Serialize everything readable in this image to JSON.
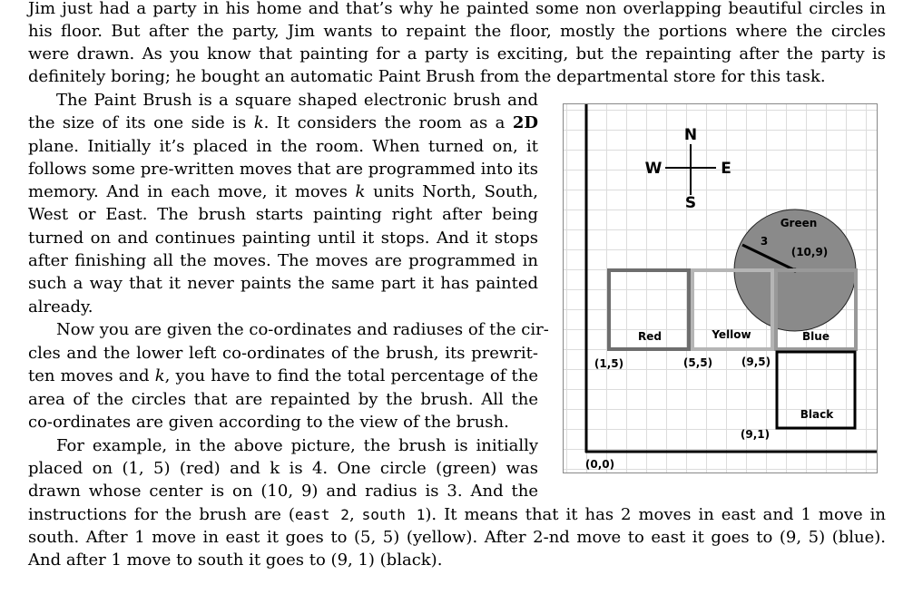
{
  "text": {
    "l1": "Jim just had a party in his home and that’s why he painted some non overlapping beautiful circles in",
    "l2": "his floor.  But after the party, Jim wants to repaint the floor, mostly the portions where the circles",
    "l3": "were drawn.  As you know that painting for a party is exciting, but the repainting after the party is",
    "l4": "definitely boring; he bought an automatic Paint Brush from the departmental store for this task.",
    "l5": "The Paint Brush is a square shaped electronic brush and",
    "l6a": "the size of its one side is ",
    "l6k": "k",
    "l6b": ".  It considers the room as a ",
    "l6c": "2D",
    "l7": "plane.  Initially it’s placed in the room.  When turned on, it",
    "l8": "follows some pre-written moves that are programmed into its",
    "l9a": "memory.  And in each move, it moves ",
    "l9k": "k",
    "l9b": " units North, South,",
    "l10": "West or East.  The brush starts painting right after being",
    "l11": "turned on and continues painting until it stops.  And it stops",
    "l12": "after finishing all the moves.  The moves are programmed in",
    "l13": "such a way that it never paints the same part it has painted",
    "l14": "already.",
    "l15": "Now you are given the co-ordinates and radiuses of the cir-",
    "l16": "cles and the lower left co-ordinates of the brush, its prewrit-",
    "l17a": "ten moves and ",
    "l17k": "k",
    "l17b": ", you have to find the total percentage of the",
    "l18": "area of the circles that are repainted by the brush.  All the",
    "l19": "co-ordinates are given according to the view of the brush.",
    "l20": "For example, in the above picture, the brush is initially",
    "l21": "placed on (1, 5) (red) and k is 4.  One circle (green) was",
    "l22": "drawn whose center is on (10, 9) and radius is 3.  And the",
    "l23a": "instructions for the brush are (",
    "l23c1": "east 2",
    "l23m": ", ",
    "l23c2": "south 1",
    "l23b": ").  It means that it has 2 moves in east and 1 move in",
    "l24": "south.  After 1 move in east it goes to (5, 5) (yellow).  After 2-nd move to east it goes to (9, 5) (blue).",
    "l25": "And after 1 move to south it goes to (9, 1) (black)."
  },
  "figure": {
    "compass": {
      "n": "N",
      "s": "S",
      "w": "W",
      "e": "E"
    },
    "circle_label": "Green",
    "circle_center_label": "(10,9)",
    "radius_label": "3",
    "squares": {
      "red": "Red",
      "yellow": "Yellow",
      "blue": "Blue",
      "black": "Black"
    },
    "coords": {
      "c15": "(1,5)",
      "c55": "(5,5)",
      "c95": "(9,5)",
      "c91": "(9,1)",
      "c00": "(0,0)"
    },
    "colors": {
      "green": "#8a8a8a",
      "red": "#6e6e6e",
      "yellow": "#b5b5b5",
      "blue": "#999999",
      "black": "#000000",
      "axis": "#000000"
    }
  }
}
